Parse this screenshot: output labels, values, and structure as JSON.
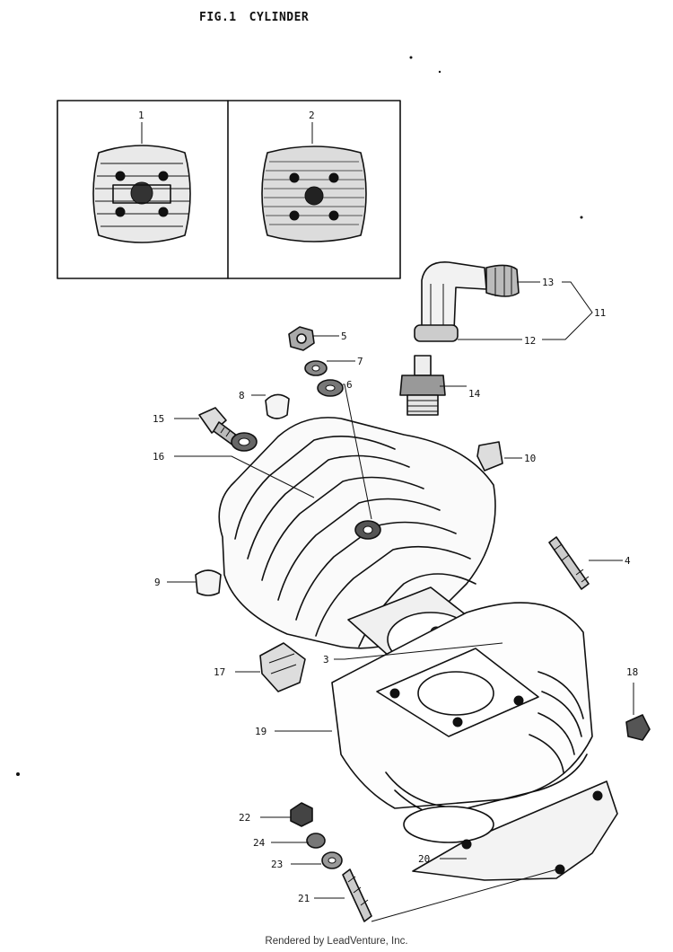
{
  "figure": {
    "number": "FIG.1",
    "name": "CYLINDER"
  },
  "footer": "Rendered by LeadVenture, Inc.",
  "inset_labels": [
    "1",
    "2"
  ],
  "callouts": {
    "c3": "3",
    "c4": "4",
    "c5": "5",
    "c6": "6",
    "c7": "7",
    "c8": "8",
    "c9": "9",
    "c10": "10",
    "c11": "11",
    "c12": "12",
    "c13": "13",
    "c14": "14",
    "c15": "15",
    "c16": "16",
    "c17": "17",
    "c18": "18",
    "c19": "19",
    "c20": "20",
    "c21": "21",
    "c22": "22",
    "c23": "23",
    "c24": "24"
  }
}
